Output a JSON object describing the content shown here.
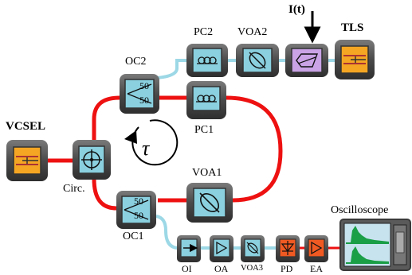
{
  "labels": {
    "vcsel": "VCSEL",
    "tls": "TLS",
    "pc1": "PC1",
    "pc2": "PC2",
    "voa1": "VOA1",
    "voa2": "VOA2",
    "voa3": "VOA3",
    "oc1": "OC1",
    "oc2": "OC2",
    "circ": "Circ.",
    "current": "I(t)",
    "tau": "τ",
    "oi": "OI",
    "oa": "OA",
    "pd": "PD",
    "ea": "EA",
    "oscilloscope": "Oscilloscope",
    "oc1_ratio_a": "50",
    "oc1_ratio_b": "50",
    "oc2_ratio_a": "50",
    "oc2_ratio_b": "50"
  },
  "colors": {
    "fiber_loop": "#ee1111",
    "fiber_branch": "#9cd8e6",
    "component_bg": "#5a5a5a",
    "passive_face": "#8ad0df",
    "laser_face": "#f5a623",
    "tuner_face": "#c9a3e6",
    "electronic_face": "#f05a22",
    "scope_trace": "#1a9e46"
  }
}
